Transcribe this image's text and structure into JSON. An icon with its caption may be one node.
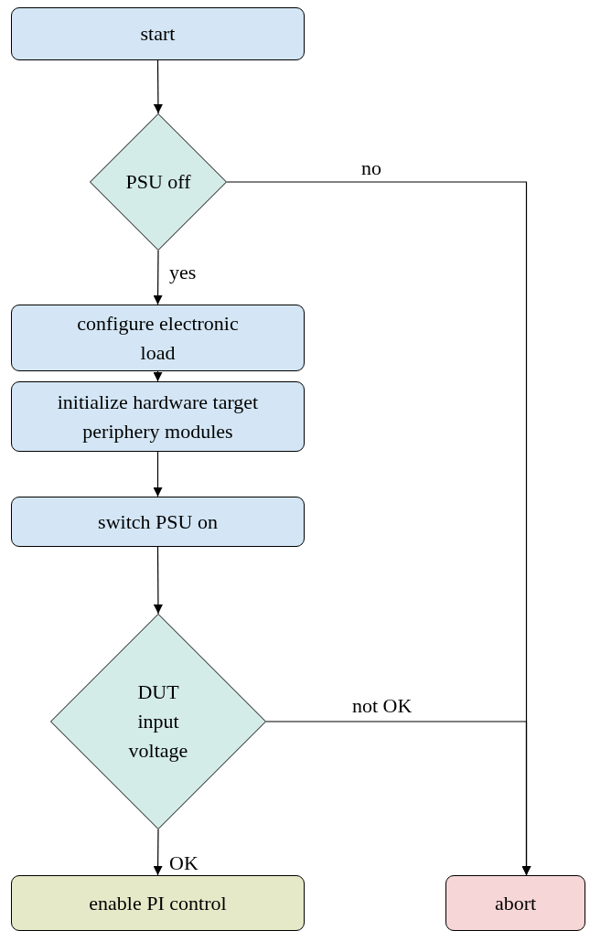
{
  "diagram": {
    "nodes": [
      {
        "text": [
          "start"
        ]
      },
      {
        "text": [
          "PSU off"
        ]
      },
      {
        "text": [
          "configure electronic load"
        ]
      },
      {
        "text": [
          "initialize hardware target periphery modules"
        ]
      },
      {
        "text": [
          "switch PSU on"
        ]
      },
      {
        "text": [
          "DUT input voltage"
        ]
      },
      {
        "text": [
          "enable PI control"
        ]
      },
      {
        "text": [
          "abort"
        ]
      }
    ],
    "edges": [
      {
        "from": 0,
        "to": 1,
        "arrow": "to"
      },
      {
        "from": 1,
        "to": 2,
        "arrow": "to",
        "label": "yes"
      },
      {
        "from": 1,
        "to": 7,
        "arrow": "to",
        "label": "no"
      },
      {
        "from": 2,
        "to": 3,
        "arrow": "to"
      },
      {
        "from": 3,
        "to": 4,
        "arrow": "to"
      },
      {
        "from": 4,
        "to": 5,
        "arrow": "to"
      },
      {
        "from": 5,
        "to": 6,
        "arrow": "to",
        "label": "OK"
      },
      {
        "from": 5,
        "to": 7,
        "arrow": "to",
        "label": "not OK"
      }
    ]
  }
}
